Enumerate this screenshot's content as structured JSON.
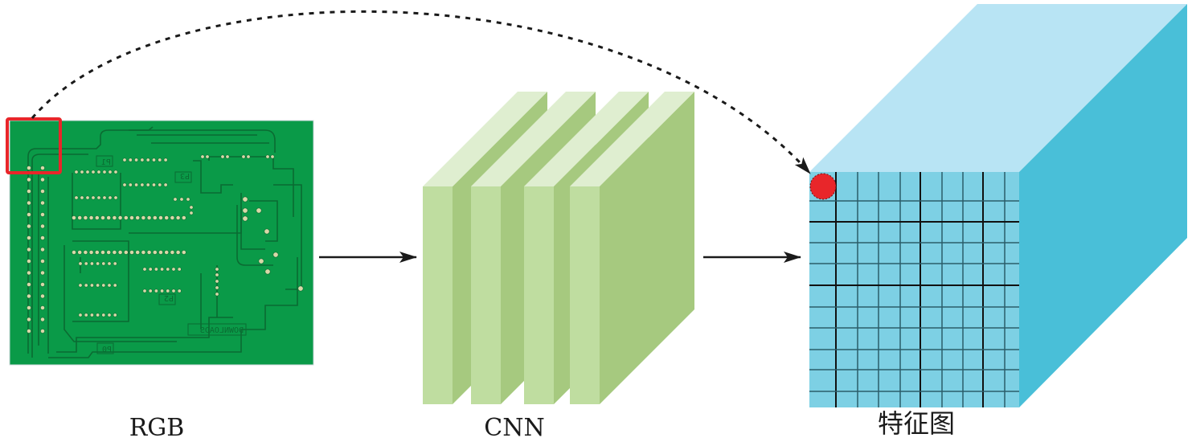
{
  "diagram": {
    "type": "pipeline",
    "stages": [
      {
        "id": "rgb",
        "label": "RGB",
        "kind": "input-image",
        "content": "PCB board photo"
      },
      {
        "id": "cnn",
        "label": "CNN",
        "kind": "network",
        "layers": 4
      },
      {
        "id": "feature-map",
        "label": "特征图",
        "kind": "feature-map",
        "grid_columns": 10,
        "grid_rows": 11
      }
    ],
    "edges": [
      {
        "from": "rgb",
        "to": "cnn",
        "style": "solid-arrow"
      },
      {
        "from": "cnn",
        "to": "feature-map",
        "style": "solid-arrow"
      },
      {
        "from": "rgb.highlight-region",
        "to": "feature-map.highlight-cell",
        "style": "dotted-curved-arrow"
      }
    ],
    "pcb_silkscreen": [
      "P1",
      "P3",
      "P2",
      "P0",
      "DOWNLOADS"
    ],
    "colors": {
      "pcb_green": "#0a9a48",
      "pcb_trace": "#0b6b32",
      "highlight_red": "#e8262a",
      "cnn_front": "#bfdda0",
      "cnn_top": "#dfeed0",
      "cnn_side": "#a6c97f",
      "cube_front": "#7dd0e4",
      "cube_top": "#b8e4f4",
      "cube_side": "#49bfd8",
      "arrow": "#1a1a1a"
    }
  }
}
